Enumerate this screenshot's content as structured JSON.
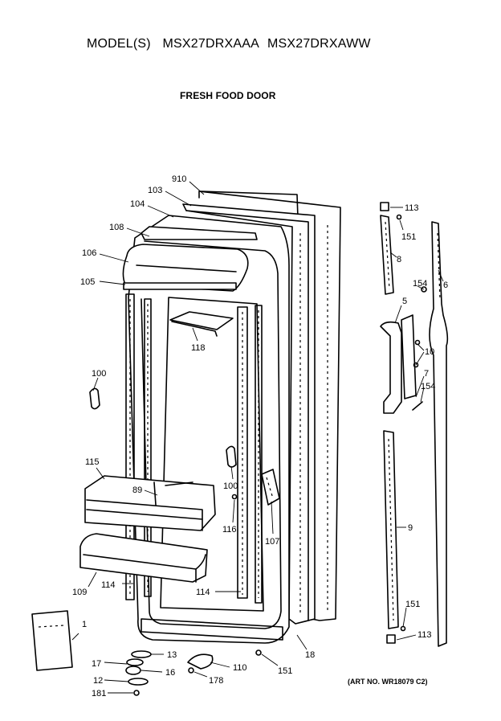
{
  "header": {
    "model_prefix": "MODEL(S)",
    "model_1": "MSX27DRXAAA",
    "model_2": "MSX27DRXAWW",
    "section_title": "FRESH FOOD DOOR"
  },
  "footer": {
    "art_number": "(ART NO. WR18079 C2)"
  },
  "callouts": {
    "c910": "910",
    "c103": "103",
    "c104": "104",
    "c108": "108",
    "c106": "106",
    "c105": "105",
    "c118": "118",
    "c100a": "100",
    "c115": "115",
    "c89": "89",
    "c100b": "100",
    "c116": "116",
    "c107": "107",
    "c109": "109",
    "c114a": "114",
    "c114b": "114",
    "c1": "1",
    "c13": "13",
    "c17": "17",
    "c16": "16",
    "c12": "12",
    "c181": "181",
    "c110": "110",
    "c178": "178",
    "c151a": "151",
    "c18": "18",
    "c113a": "113",
    "c151b": "151",
    "c8": "8",
    "c6": "6",
    "c154a": "154",
    "c5": "5",
    "c10": "10",
    "c7": "7",
    "c154b": "154",
    "c9": "9",
    "c151c": "151",
    "c113b": "113"
  }
}
